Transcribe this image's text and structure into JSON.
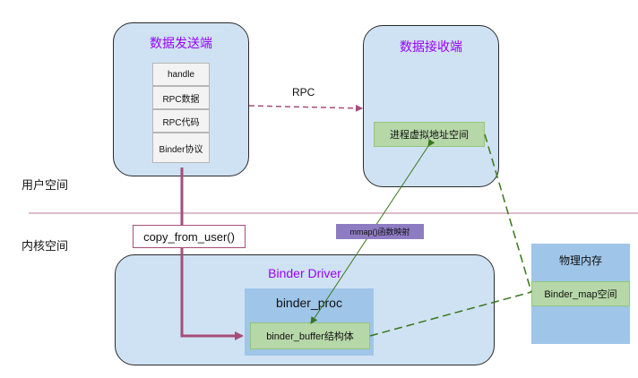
{
  "sender": {
    "title": "数据发送端",
    "stack": [
      "handle",
      "RPC数据",
      "RPC代码",
      "Binder协议"
    ]
  },
  "receiver": {
    "title": "数据接收端",
    "address_space": "进程虚拟地址空间"
  },
  "rpc_label": "RPC",
  "user_space_label": "用户空间",
  "kernel_space_label": "内核空间",
  "copy_label": "copy_from_user()",
  "mmap_label": "mmap()函数映射",
  "driver": {
    "title": "Binder Driver",
    "proc_title": "binder_proc",
    "buffer_label": "binder_buffer结构体"
  },
  "physical_memory": {
    "title": "物理内存",
    "map_label": "Binder_map空间"
  },
  "colors": {
    "box_fill": "#cfe2f3",
    "title_purple": "#9900ff",
    "green": "#b6d7a8",
    "copy_arrow": "#a64d79",
    "dashed_green": "#38761d",
    "divider": "#d5a6bd",
    "mmap_badge": "#8e7cc3"
  }
}
